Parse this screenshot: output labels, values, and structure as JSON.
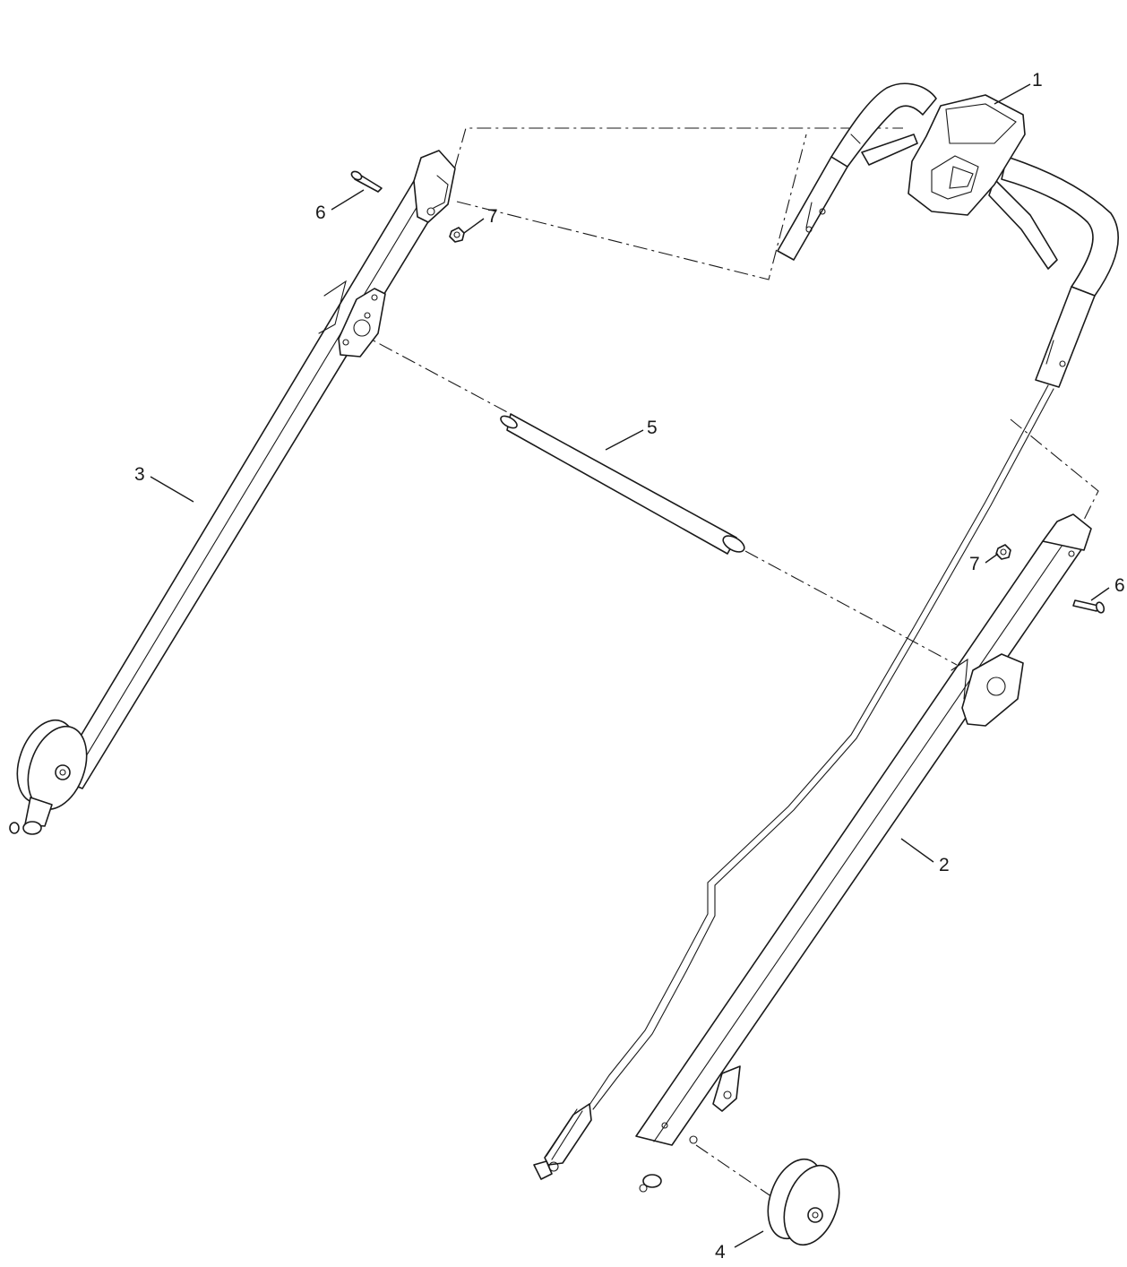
{
  "diagram": {
    "callouts": {
      "c1": "1",
      "c2": "2",
      "c3": "3",
      "c4": "4",
      "c5": "5",
      "c6_left": "6",
      "c6_right": "6",
      "c7_left": "7",
      "c7_right": "7"
    }
  }
}
